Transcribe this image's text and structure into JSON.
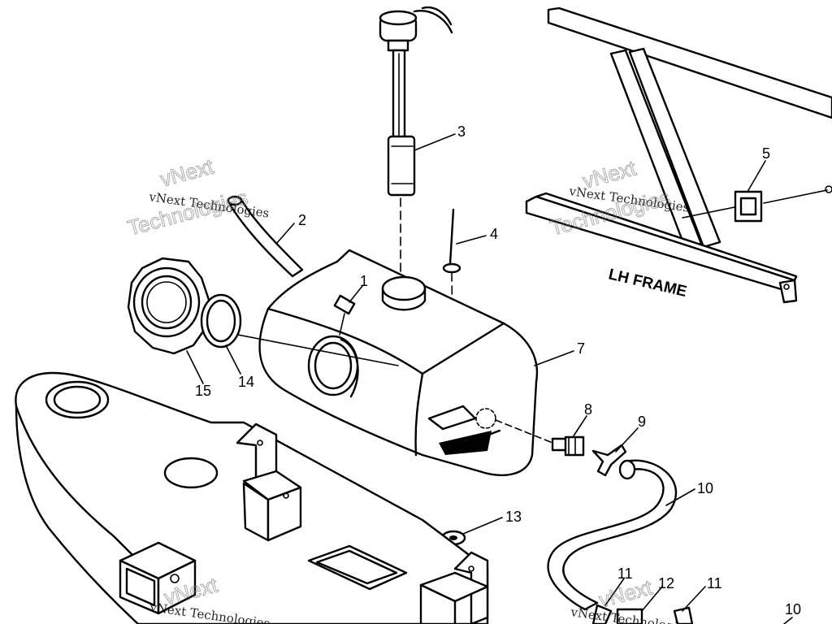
{
  "diagram": {
    "frame_label": "LH FRAME",
    "callouts": [
      "1",
      "2",
      "3",
      "4",
      "5",
      "7",
      "8",
      "9",
      "10",
      "11",
      "12",
      "13",
      "14",
      "15"
    ],
    "extra_callouts": [
      "10",
      "11"
    ],
    "watermark": {
      "line1": "vNext Technologies",
      "line2": "vNext",
      "line3": "Technologies"
    }
  }
}
